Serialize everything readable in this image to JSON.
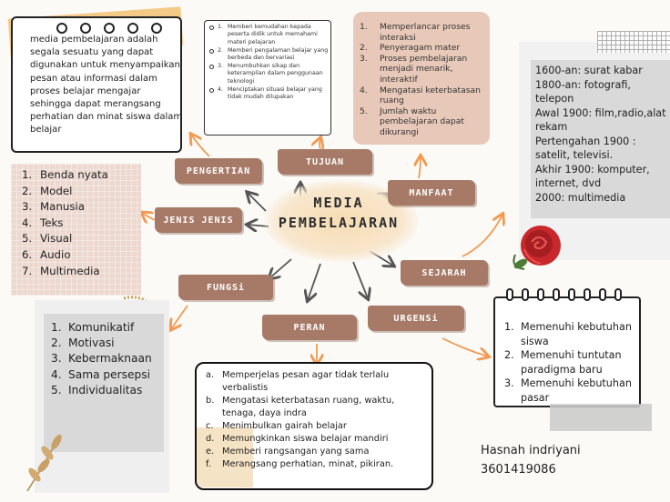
{
  "center_title": {
    "line1": "MEDIA",
    "line2": "PEMBELAJARAN"
  },
  "labels": {
    "pengertian": "PENGERTIAN",
    "tujuan": "TUJUAN",
    "manfaat": "MANFAAT",
    "jenis": "JENIS JENIS",
    "sejarah": "SEJARAH",
    "fungsi": "FUNGSi",
    "urgensi": "URGENSi",
    "peran": "PERAN"
  },
  "pengertian_text": "media pembelajaran adalah segala sesuatu yang dapat digunakan untuk menyampaikan pesan atau informasi dalam proses belajar mengajar sehingga dapat merangsang perhatian dan minat siswa dalam belajar",
  "tujuan_items": [
    {
      "num": "1.",
      "text": "Memberi kemudahan kepada peserta didik untuk memahami materi pelajaran"
    },
    {
      "num": "2.",
      "text": "Memberi pengalaman belajar yang berbeda dan bervariasi"
    },
    {
      "num": "3.",
      "text": "Menumbuhkan sikap dan keterampilan dalam penggunaan teknologi"
    },
    {
      "num": "4.",
      "text": "Menciptakan situasi belajar yang tidak mudah dilupakan"
    }
  ],
  "manfaat_items": [
    {
      "num": "1.",
      "text": "Memperlancar proses interaksi"
    },
    {
      "num": "2.",
      "text": "Penyeragam mater"
    },
    {
      "num": "3.",
      "text": "Proses pembelajaran menjadi menarik, interaktif"
    },
    {
      "num": "4.",
      "text": "Mengatasi keterbatasan ruang"
    },
    {
      "num": "5.",
      "text": "Jumlah waktu pembelajaran dapat dikurangi"
    }
  ],
  "sejarah_items": [
    "1600-an: surat kabar",
    "1800-an: fotografi, telepon",
    "Awal 1900: film,radio,alat rekam",
    "Pertengahan 1900 : satelit, televisi.",
    "Akhir 1900: komputer, internet, dvd",
    "2000: multimedia"
  ],
  "jenis_items": [
    {
      "num": "1.",
      "text": "Benda nyata"
    },
    {
      "num": "2.",
      "text": "Model"
    },
    {
      "num": "3.",
      "text": "Manusia"
    },
    {
      "num": "4.",
      "text": "Teks"
    },
    {
      "num": "5.",
      "text": "Visual"
    },
    {
      "num": "6.",
      "text": "Audio"
    },
    {
      "num": "7.",
      "text": "Multimedia"
    }
  ],
  "fungsi_items": [
    {
      "num": "1.",
      "text": "Komunikatif"
    },
    {
      "num": "2.",
      "text": "Motivasi"
    },
    {
      "num": "3.",
      "text": "Kebermaknaan"
    },
    {
      "num": "4.",
      "text": "Sama persepsi"
    },
    {
      "num": "5.",
      "text": "Individualitas"
    }
  ],
  "peran_items": [
    {
      "num": "a.",
      "text": "Memperjelas pesan agar tidak terlalu verbalistis"
    },
    {
      "num": "b.",
      "text": "Mengatasi keterbatasan ruang, waktu, tenaga, daya indra"
    },
    {
      "num": "c.",
      "text": "Menimbulkan gairah belajar"
    },
    {
      "num": "d.",
      "text": "Memungkinkan siswa belajar mandiri"
    },
    {
      "num": "e.",
      "text": "Memberi rangsangan yang sama"
    },
    {
      "num": "f.",
      "text": "Merangsang perhatian, minat, pikiran."
    }
  ],
  "urgensi_items": [
    {
      "num": "1.",
      "text": "Memenuhi kebutuhan siswa"
    },
    {
      "num": "2.",
      "text": "Memenuhi tuntutan paradigma baru"
    },
    {
      "num": "3.",
      "text": "Memenuhi kebutuhan pasar"
    }
  ],
  "author": {
    "name": "Hasnah indriyani",
    "id": "3601419086"
  },
  "colors": {
    "brush": "#a77a68",
    "arrow": "#f29a52",
    "arrow_dark": "#555555",
    "manfaat_bg": "#e8c9b9",
    "rose": "#c8282c"
  }
}
